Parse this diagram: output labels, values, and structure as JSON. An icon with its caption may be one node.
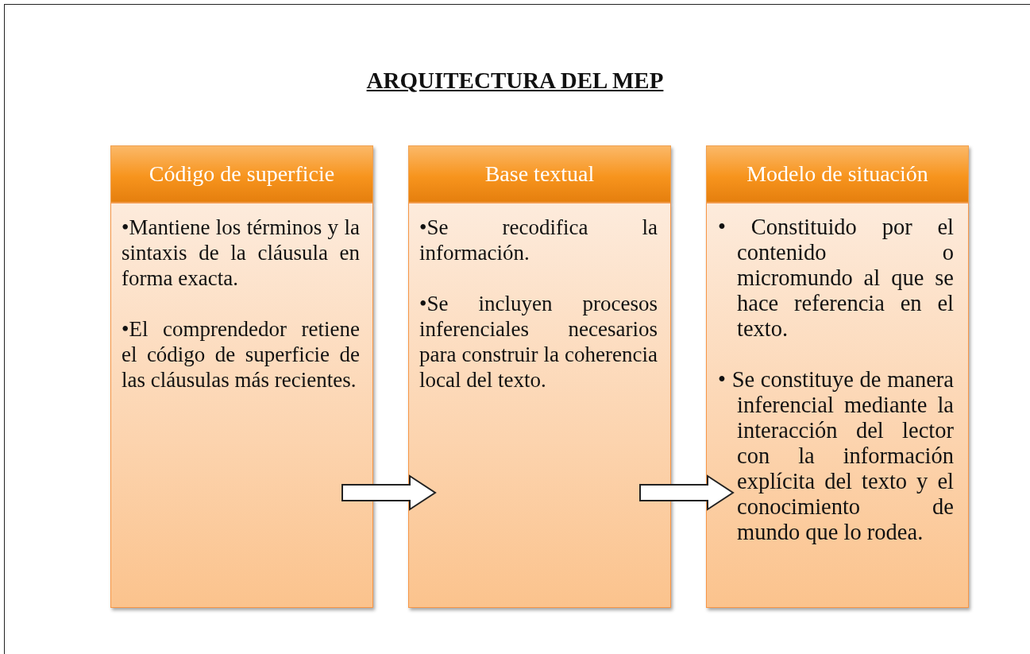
{
  "diagram": {
    "title": "ARQUITECTURA DEL MEP",
    "nodes": [
      {
        "text": [
          "Código de superficie"
        ]
      },
      {
        "text": [
          "•Mantiene los términos y la sintaxis de la cláusula en forma exacta.",
          "•El comprendedor retiene el código de superficie de las cláusulas más recientes."
        ]
      },
      {
        "text": [
          "Base textual"
        ]
      },
      {
        "text": [
          "•Se recodifica la información.",
          "•Se incluyen procesos inferenciales necesarios para construir la coherencia local del texto."
        ]
      },
      {
        "text": [
          "Modelo de situación"
        ]
      },
      {
        "text": [
          "• Constituido por el contenido o micromundo al que se hace referencia en el texto.",
          "• Se constituye de manera inferencial mediante la interacción del lector con la información explícita del texto y el conocimiento de mundo que lo rodea."
        ]
      }
    ],
    "edges": [
      {
        "from": 1,
        "to": 3,
        "arrow": "to"
      },
      {
        "from": 3,
        "to": 5,
        "arrow": "to"
      }
    ]
  }
}
